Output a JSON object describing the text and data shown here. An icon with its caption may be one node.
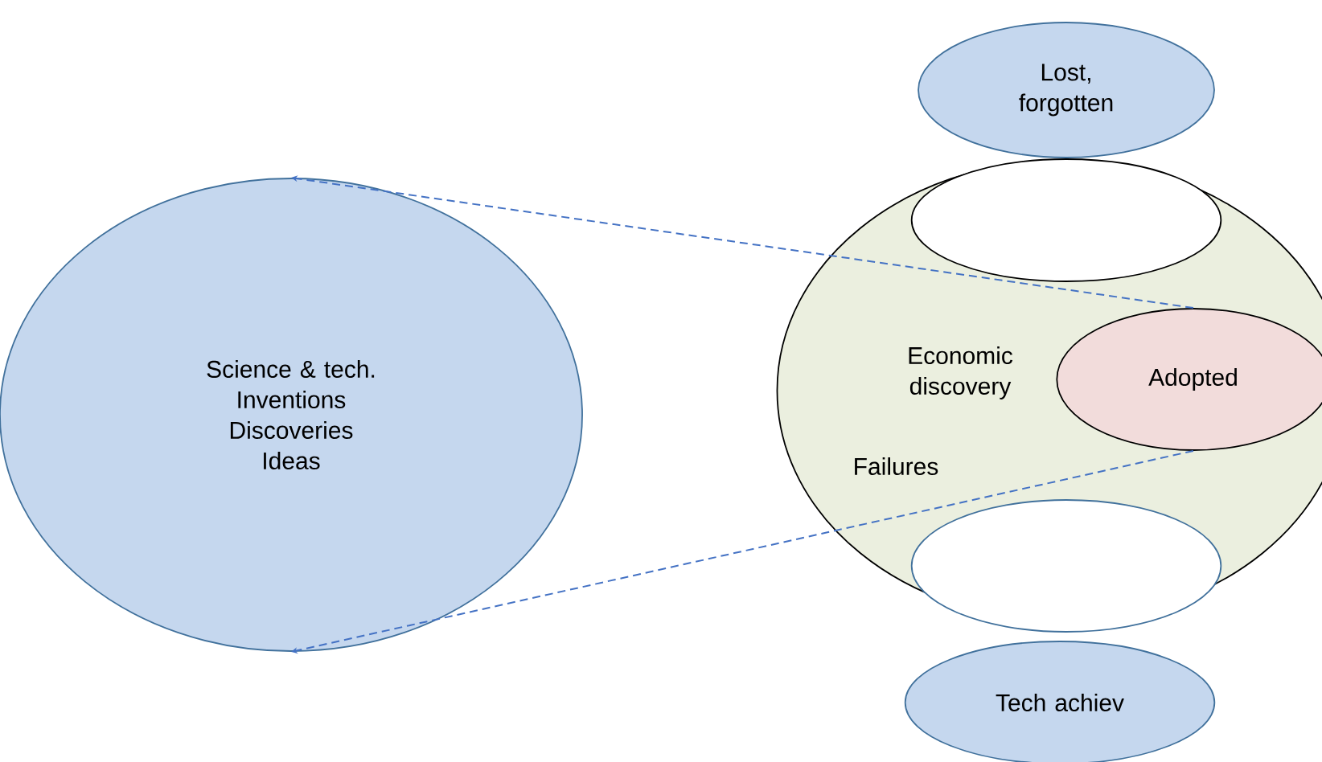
{
  "diagram": {
    "nodes": [
      {
        "text": [
          "Science & tech.",
          "Inventions",
          "Discoveries",
          "Ideas"
        ]
      },
      {
        "text": [
          "Lost, forgotten"
        ]
      },
      {
        "text": [
          "Economic discovery",
          "Failures"
        ]
      },
      {
        "text": [],
        "shape": "ellipse",
        "in": 2
      },
      {
        "text": [
          "Adopted"
        ],
        "in": 2
      },
      {
        "text": [],
        "shape": "ellipse",
        "in": 2
      },
      {
        "text": [
          "Tech achiev"
        ]
      }
    ],
    "edges": [
      {
        "from": 4,
        "to": 0,
        "arrow": "to",
        "style": "dashed",
        "color": "#4472c4"
      },
      {
        "from": 4,
        "to": 0,
        "arrow": "to",
        "style": "dashed",
        "color": "#4472c4"
      }
    ]
  }
}
